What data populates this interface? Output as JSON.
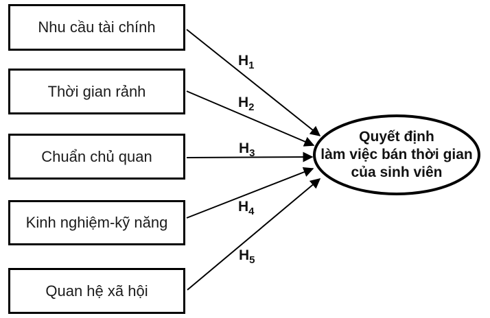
{
  "diagram": {
    "title_implicit": "",
    "factors": [
      {
        "label": "Nhu cầu tài chính"
      },
      {
        "label": "Thời gian rảnh"
      },
      {
        "label": "Chuẩn chủ quan"
      },
      {
        "label": "Kinh nghiệm-kỹ năng"
      },
      {
        "label": "Quan hệ xã hội"
      }
    ],
    "outcome": {
      "line1": "Quyết định",
      "line2": "làm việc bán thời gian",
      "line3": "của sinh viên"
    },
    "hypotheses": [
      {
        "base": "H",
        "sub": "1"
      },
      {
        "base": "H",
        "sub": "2"
      },
      {
        "base": "H",
        "sub": "3"
      },
      {
        "base": "H",
        "sub": "4"
      },
      {
        "base": "H",
        "sub": "5"
      }
    ],
    "colors": {
      "stroke": "#000000",
      "background": "#ffffff",
      "text": "#111111"
    }
  }
}
